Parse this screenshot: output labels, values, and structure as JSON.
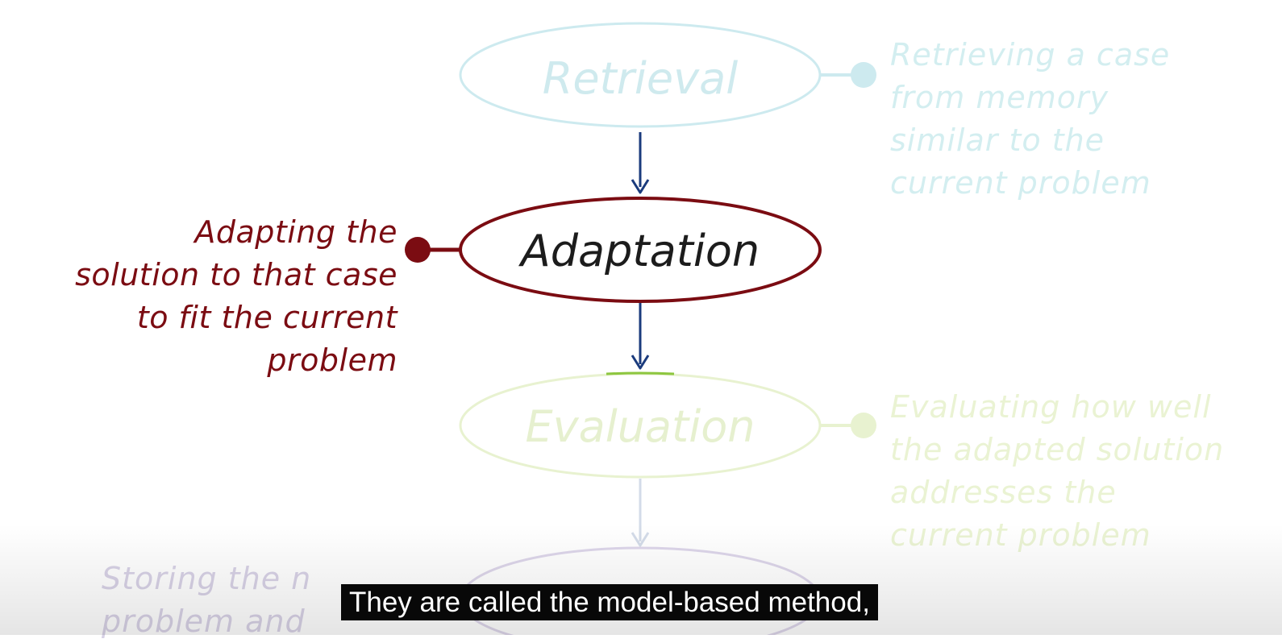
{
  "stages": [
    {
      "name": "Retrieval",
      "state": "faded",
      "color": "#cdeaef",
      "description": [
        "Retrieving a case",
        "from memory",
        "similar to the",
        "current problem"
      ]
    },
    {
      "name": "Adaptation",
      "state": "active",
      "color": "#7b0c12",
      "description": [
        "Adapting the",
        "solution to that case",
        "to fit the current",
        "problem"
      ]
    },
    {
      "name": "Evaluation",
      "state": "faded",
      "color": "#e8f2d0",
      "description": [
        "Evaluating how well",
        "the adapted solution",
        "addresses the",
        "current problem"
      ]
    },
    {
      "name": "",
      "state": "faded",
      "color": "#ddd6ea",
      "description": [
        "Storing the n",
        "problem and"
      ]
    }
  ],
  "arrow_color": "#1b3b7d",
  "caption": "They are called the model-based method,"
}
